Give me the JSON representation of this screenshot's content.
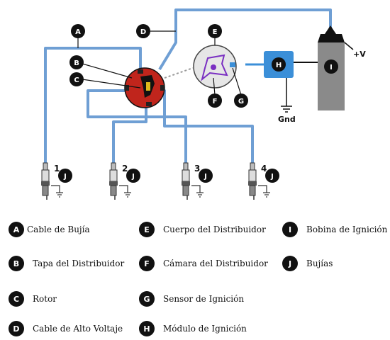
{
  "diagram": {
    "callouts": {
      "a": "A",
      "b": "B",
      "c": "C",
      "d": "D",
      "e": "E",
      "f": "F",
      "g": "G",
      "h": "H",
      "i": "I",
      "j": "J"
    },
    "plugs": [
      "1",
      "2",
      "3",
      "4"
    ],
    "voltage_label": "+V",
    "ground_label": "Gnd"
  },
  "legend": [
    {
      "key": "A",
      "text": "Cable de Bujía"
    },
    {
      "key": "B",
      "text": "Tapa del Distribuidor"
    },
    {
      "key": "C",
      "text": "Rotor"
    },
    {
      "key": "D",
      "text": "Cable de Alto Voltaje"
    },
    {
      "key": "E",
      "text": "Cuerpo del Distribuidor"
    },
    {
      "key": "F",
      "text": "Cámara del Distribuidor"
    },
    {
      "key": "G",
      "text": "Sensor de Ignición"
    },
    {
      "key": "H",
      "text": "Módulo de Ignición"
    },
    {
      "key": "I",
      "text": "Bobina de Ignición"
    },
    {
      "key": "J",
      "text": "Bujías"
    }
  ],
  "colors": {
    "wire": "#6f9fd4",
    "cap": "#c0251c",
    "module": "#3b8fd8",
    "coil": "#8a8a8a",
    "chamber": "#7a2fc2"
  }
}
